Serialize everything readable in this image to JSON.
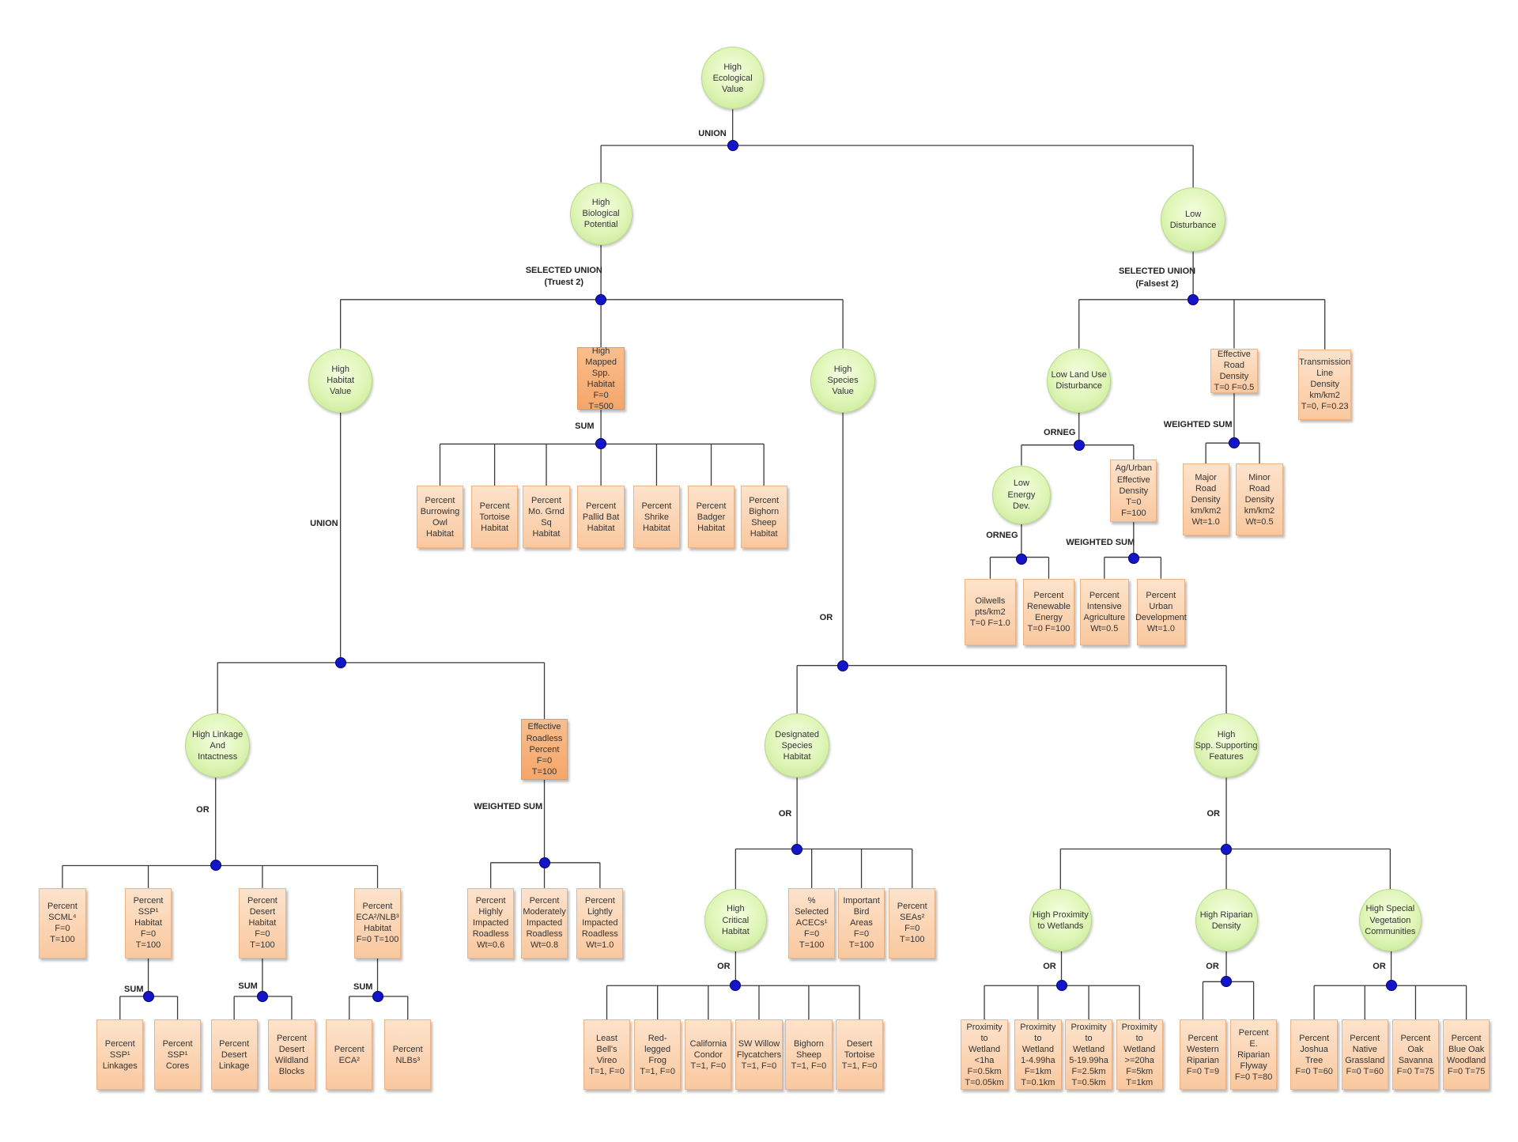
{
  "nodes": [
    {
      "id": "hev",
      "label": "High\nEcological\nValue"
    },
    {
      "id": "hbp",
      "label": "High\nBiological\nPotential"
    },
    {
      "id": "ld",
      "label": "Low\nDisturbance"
    },
    {
      "id": "hhv",
      "label": "High\nHabitat\nValue"
    },
    {
      "id": "hmsh",
      "label": "High\nMapped\nSpp. Habitat\nF=0 T=500"
    },
    {
      "id": "hsv",
      "label": "High\nSpecies\nValue"
    },
    {
      "id": "lld",
      "label": "Low  Land Use\nDisturbance"
    },
    {
      "id": "erd",
      "label": "Effective\nRoad Density\nT=0 F=0.5"
    },
    {
      "id": "tld",
      "label": "Transmission\nLine\nDensity\nkm/km2\nT=0, F=0.23"
    },
    {
      "id": "pbo",
      "label": "Percent\nBurrowing\nOwl\nHabitat"
    },
    {
      "id": "pth",
      "label": "Percent\nTortoise\nHabitat"
    },
    {
      "id": "pmg",
      "label": "Percent\nMo. Grnd Sq\nHabitat"
    },
    {
      "id": "ppb",
      "label": "Percent\nPallid Bat\nHabitat"
    },
    {
      "id": "psh",
      "label": "Percent\nShrike\nHabitat"
    },
    {
      "id": "pbh",
      "label": "Percent\nBadger\nHabitat"
    },
    {
      "id": "pbs",
      "label": "Percent\nBighorn\nSheep\nHabitat"
    },
    {
      "id": "led",
      "label": "Low\nEnergy\nDev."
    },
    {
      "id": "aued",
      "label": "Ag/Urban\nEffective\nDensity\nT=0 F=100"
    },
    {
      "id": "mrd",
      "label": "Major Road\nDensity\nkm/km2\nWt=1.0"
    },
    {
      "id": "mnrd",
      "label": "Minor Road\nDensity\nkm/km2\nWt=0.5"
    },
    {
      "id": "ow",
      "label": "Oilwells\npts/km2\nT=0 F=1.0"
    },
    {
      "id": "pre",
      "label": "Percent\nRenewable\nEnergy\nT=0 F=100"
    },
    {
      "id": "pia",
      "label": "Percent\nIntensive\nAgriculture\nWt=0.5"
    },
    {
      "id": "pud",
      "label": "Percent\nUrban\nDevelopment\nWt=1.0"
    },
    {
      "id": "hli",
      "label": "High Linkage\nAnd\nIntactness"
    },
    {
      "id": "erp",
      "label": "Effective\nRoadless\nPercent\nF=0 T=100"
    },
    {
      "id": "dsh",
      "label": "Designated\nSpecies\nHabitat"
    },
    {
      "id": "hssf",
      "label": "High\nSpp. Supporting\nFeatures"
    },
    {
      "id": "pscml",
      "label": "Percent\nSCML⁴\nF=0 T=100"
    },
    {
      "id": "pssp",
      "label": "Percent\nSSP¹\nHabitat\nF=0 T=100"
    },
    {
      "id": "pdh",
      "label": "Percent\nDesert\nHabitat\nF=0 T=100"
    },
    {
      "id": "peca",
      "label": "Percent\nECA²/NLB³\nHabitat\nF=0 T=100"
    },
    {
      "id": "phir",
      "label": "Percent\nHighly\nImpacted\nRoadless\nWt=0.6"
    },
    {
      "id": "pmir",
      "label": "Percent\nModerately\nImpacted\nRoadless\nWt=0.8"
    },
    {
      "id": "plir",
      "label": "Percent\nLightly\nImpacted\nRoadless\nWt=1.0"
    },
    {
      "id": "hch",
      "label": "High\nCritical\nHabitat"
    },
    {
      "id": "psa",
      "label": "% Selected\nACECs¹\nF=0 T=100"
    },
    {
      "id": "iba",
      "label": "Important\nBird\nAreas\nF=0 T=100"
    },
    {
      "id": "psea",
      "label": "Percent\nSEAs²\nF=0 T=100"
    },
    {
      "id": "hpw",
      "label": "High Proximity\nto Wetlands"
    },
    {
      "id": "hrd",
      "label": "High Riparian\nDensity"
    },
    {
      "id": "hsvc",
      "label": "High Special\nVegetation\nCommunities"
    },
    {
      "id": "psl",
      "label": "Percent\nSSP¹\nLinkages"
    },
    {
      "id": "psc",
      "label": "Percent\nSSP¹\nCores"
    },
    {
      "id": "pdl",
      "label": "Percent\nDesert\nLinkage"
    },
    {
      "id": "pdwb",
      "label": "Percent\nDesert\nWildland\nBlocks"
    },
    {
      "id": "pe",
      "label": "Percent\nECA²"
    },
    {
      "id": "pn",
      "label": "Percent\nNLBs³"
    },
    {
      "id": "lbv",
      "label": "Least Bell's\nVireo\nT=1, F=0"
    },
    {
      "id": "rlf",
      "label": "Red-legged\nFrog\nT=1, F=0"
    },
    {
      "id": "cc",
      "label": "California\nCondor\nT=1, F=0"
    },
    {
      "id": "swf",
      "label": "SW Willow\nFlycatchers\nT=1, F=0"
    },
    {
      "id": "bs",
      "label": "Bighorn\nSheep\nT=1, F=0"
    },
    {
      "id": "dt",
      "label": "Desert\nTortoise\nT=1, F=0"
    },
    {
      "id": "pw1",
      "label": "Proximity to\nWetland\n<1ha\nF=0.5km\nT=0.05km"
    },
    {
      "id": "pw2",
      "label": "Proximity to\nWetland\n1-4.99ha\nF=1km\nT=0.1km"
    },
    {
      "id": "pw3",
      "label": "Proximity to\nWetland\n5-19.99ha\nF=2.5km\nT=0.5km"
    },
    {
      "id": "pw4",
      "label": "Proximity  to\nWetland\n>=20ha\nF=5km\nT=1km"
    },
    {
      "id": "pwr",
      "label": "Percent\nWestern\nRiparian\nF=0 T=9"
    },
    {
      "id": "perf",
      "label": "Percent\nE. Riparian\nFlyway\nF=0 T=80"
    },
    {
      "id": "pjt",
      "label": "Percent\nJoshua\nTree\nF=0 T=60"
    },
    {
      "id": "png",
      "label": "Percent\nNative\nGrassland\nF=0 T=60"
    },
    {
      "id": "pos",
      "label": "Percent\nOak\nSavanna\nF=0 T=75"
    },
    {
      "id": "pbow",
      "label": "Percent\nBlue Oak\nWoodland\nF=0 T=75"
    }
  ],
  "operators": [
    {
      "id": "op-hev",
      "label": "UNION"
    },
    {
      "id": "op-hbp",
      "label": "SELECTED UNION\n(Truest 2)"
    },
    {
      "id": "op-ld",
      "label": "SELECTED UNION\n(Falsest 2)"
    },
    {
      "id": "op-hhv",
      "label": "UNION"
    },
    {
      "id": "op-hmsh",
      "label": "SUM"
    },
    {
      "id": "op-hsv",
      "label": "OR"
    },
    {
      "id": "op-lld",
      "label": "ORNEG"
    },
    {
      "id": "op-erd",
      "label": "WEIGHTED SUM"
    },
    {
      "id": "op-led",
      "label": "ORNEG"
    },
    {
      "id": "op-aued",
      "label": "WEIGHTED SUM"
    },
    {
      "id": "op-hli",
      "label": "OR"
    },
    {
      "id": "op-erp",
      "label": "WEIGHTED SUM"
    },
    {
      "id": "op-dsh",
      "label": "OR"
    },
    {
      "id": "op-hssf",
      "label": "OR"
    },
    {
      "id": "op-pssp",
      "label": "SUM"
    },
    {
      "id": "op-pdh",
      "label": "SUM"
    },
    {
      "id": "op-peca",
      "label": "SUM"
    },
    {
      "id": "op-hch",
      "label": "OR"
    },
    {
      "id": "op-hpw",
      "label": "OR"
    },
    {
      "id": "op-hrd",
      "label": "OR"
    },
    {
      "id": "op-hsvc",
      "label": "OR"
    }
  ]
}
